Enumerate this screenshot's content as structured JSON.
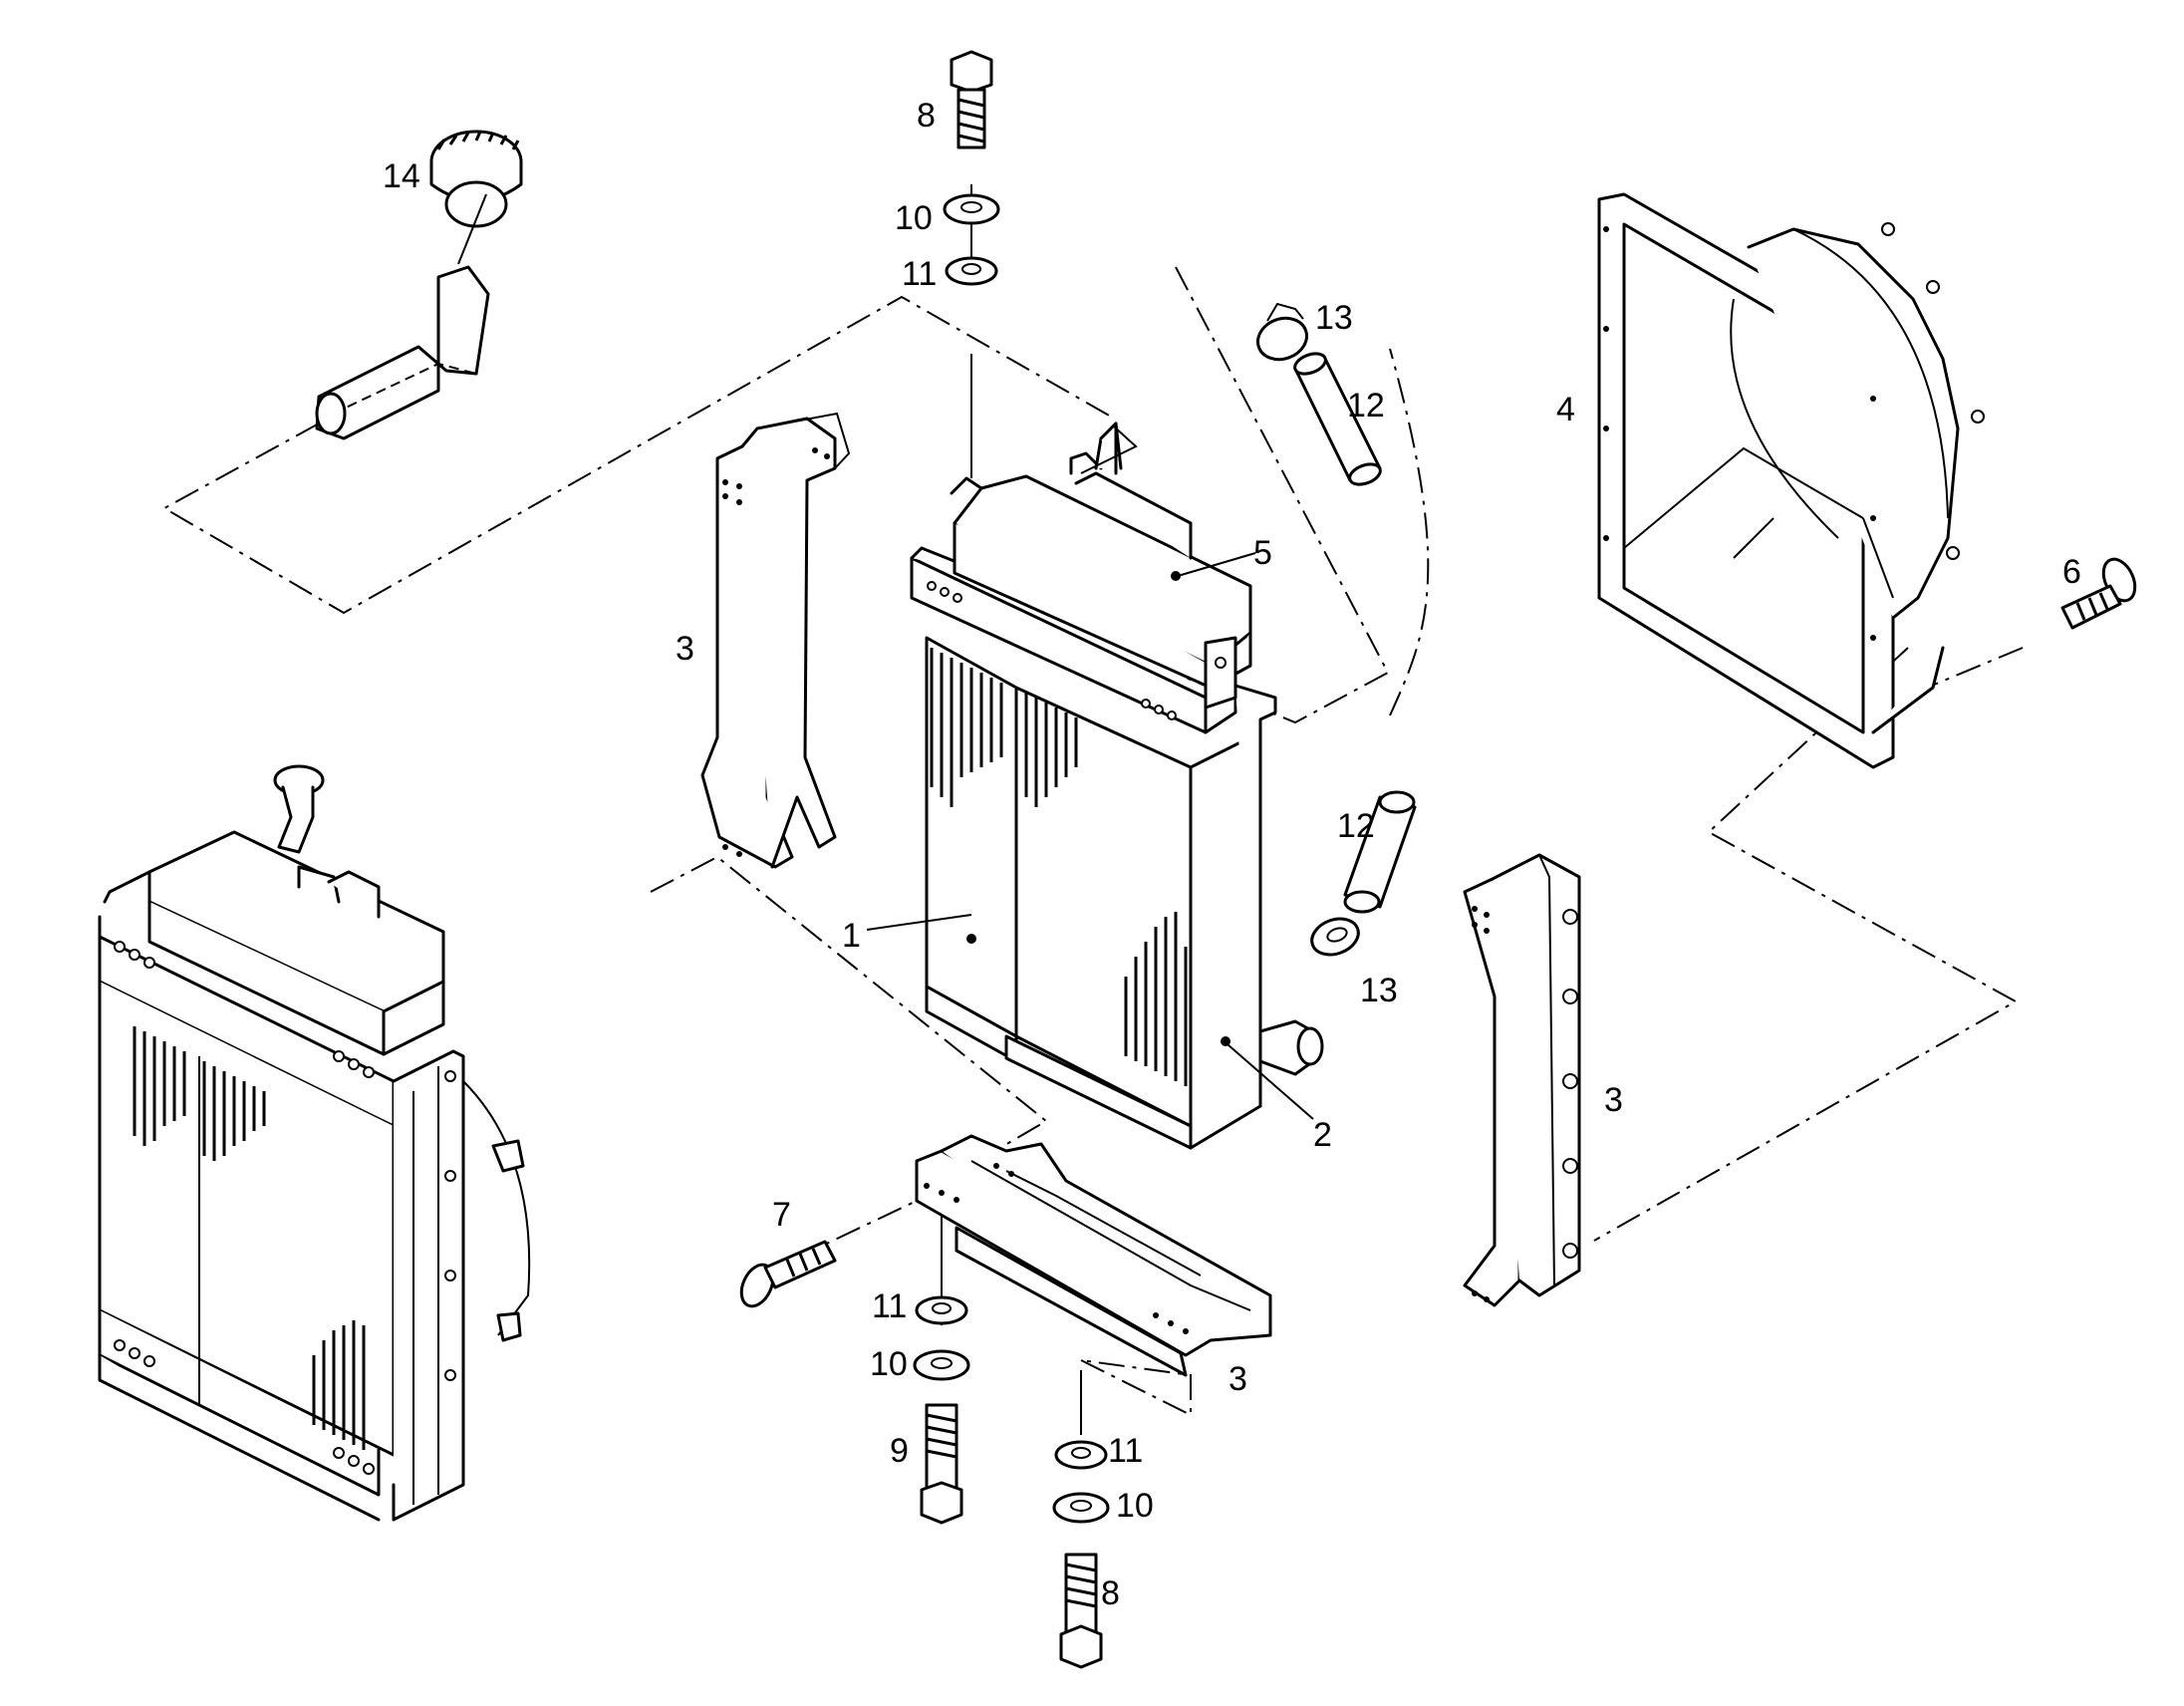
{
  "diagram": {
    "callouts": [
      {
        "key": "c14",
        "label": "14"
      },
      {
        "key": "c8t",
        "label": "8"
      },
      {
        "key": "c10t",
        "label": "10"
      },
      {
        "key": "c11t",
        "label": "11"
      },
      {
        "key": "c13t",
        "label": "13"
      },
      {
        "key": "c12t",
        "label": "12"
      },
      {
        "key": "c4",
        "label": "4"
      },
      {
        "key": "c5",
        "label": "5"
      },
      {
        "key": "c6",
        "label": "6"
      },
      {
        "key": "c3l",
        "label": "3"
      },
      {
        "key": "c12m",
        "label": "12"
      },
      {
        "key": "c1",
        "label": "1"
      },
      {
        "key": "c13m",
        "label": "13"
      },
      {
        "key": "c3r",
        "label": "3"
      },
      {
        "key": "c2",
        "label": "2"
      },
      {
        "key": "c7",
        "label": "7"
      },
      {
        "key": "c11b",
        "label": "11"
      },
      {
        "key": "c10b",
        "label": "10"
      },
      {
        "key": "c3b",
        "label": "3"
      },
      {
        "key": "c9",
        "label": "9"
      },
      {
        "key": "c11c",
        "label": "11"
      },
      {
        "key": "c10c",
        "label": "10"
      },
      {
        "key": "c8b",
        "label": "8"
      }
    ]
  },
  "colors": {
    "line": "#000000",
    "background": "#ffffff"
  }
}
